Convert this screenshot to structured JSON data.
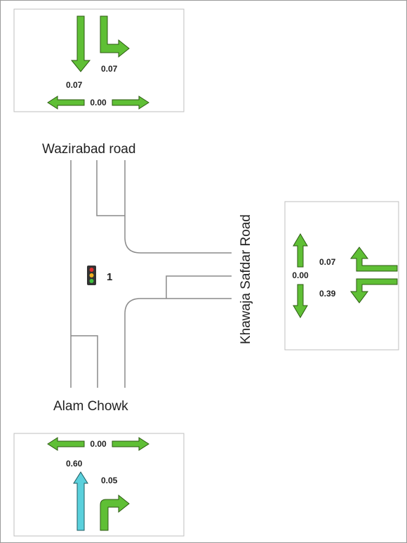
{
  "roads": {
    "north": "Wazirabad road",
    "south": "Alam Chowk",
    "east": "Khawaja Safdar Road"
  },
  "signal": {
    "label": "1"
  },
  "panels": {
    "north": {
      "through": "0.07",
      "right": "0.07",
      "ped": "0.00"
    },
    "east": {
      "through": "0.00",
      "left": "0.07",
      "right": "0.39"
    },
    "south": {
      "ped": "0.00",
      "through": "0.60",
      "right": "0.05"
    }
  },
  "colors": {
    "arrow_green": "#5fbf35",
    "arrow_cyan": "#5ad0dc",
    "arrow_stroke": "#2c5a12",
    "road_line": "#8a8a8a",
    "panel_border": "#bfbfbf"
  }
}
